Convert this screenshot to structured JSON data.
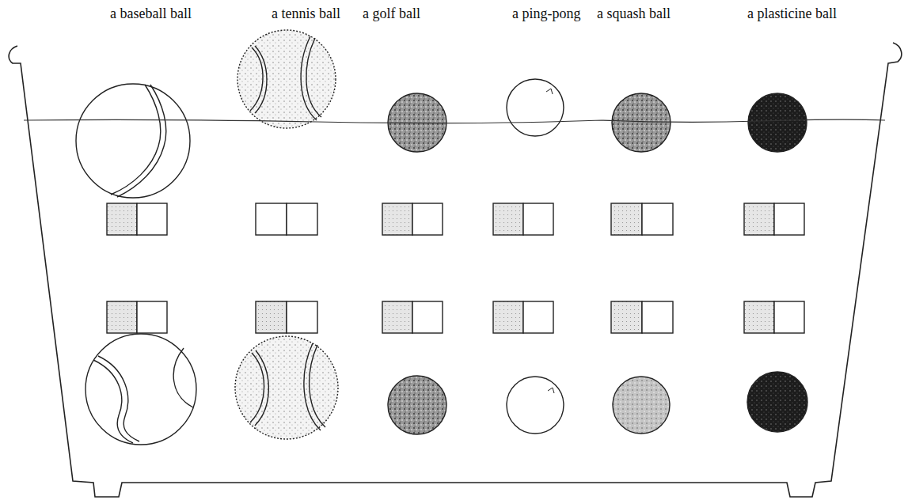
{
  "diagram": {
    "labels": [
      "a baseball ball",
      "a tennis ball",
      "a golf ball",
      "a ping-pong",
      "a squash ball",
      "a plasticine ball"
    ]
  }
}
